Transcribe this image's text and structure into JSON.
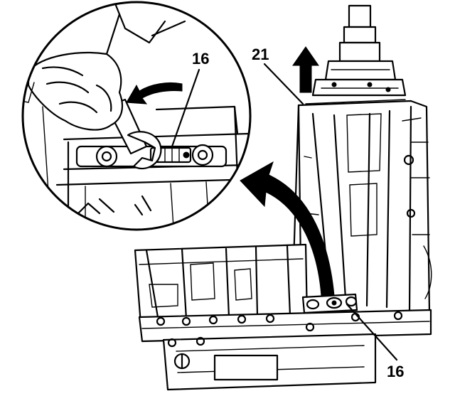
{
  "callouts": {
    "detail_part": "16",
    "main_part": "16",
    "housing_part": "21"
  }
}
